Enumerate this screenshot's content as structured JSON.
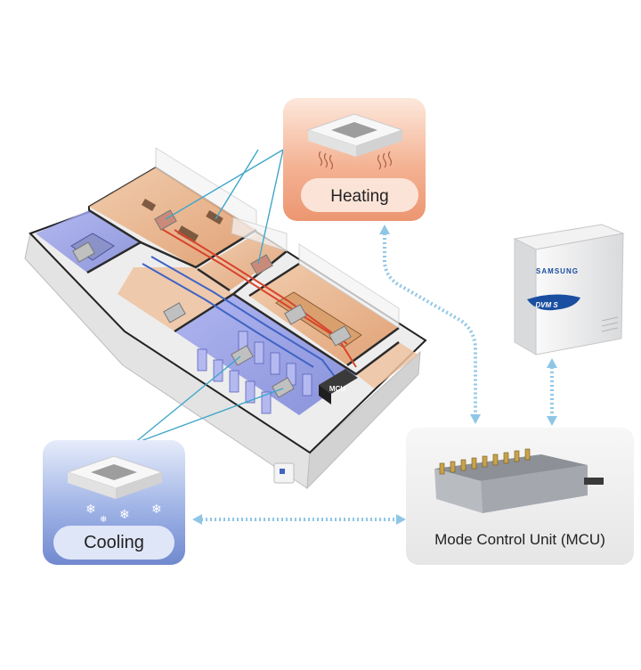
{
  "labels": {
    "heating": "Heating",
    "cooling": "Cooling",
    "mcu": "Mode Control Unit (MCU)",
    "mcu_tag": "MCU",
    "brand": "SAMSUNG",
    "product": "DVM S"
  },
  "colors": {
    "heating_card": "#f0a07c",
    "heating_card_light": "#fbe3d7",
    "cooling_card": "#7f98d8",
    "cooling_card_light": "#dfe6f7",
    "mcu_card": "#eeeeee",
    "connector": "#8fc6e6",
    "leader_line": "#3fa7c9",
    "pipe_red": "#d8442c",
    "pipe_blue": "#3f64c4",
    "warm_room": "#e8b58c",
    "cool_room": "#8e97df"
  },
  "icons": {
    "heat": "heat-waves-icon",
    "cold": "snowflake-icon"
  }
}
